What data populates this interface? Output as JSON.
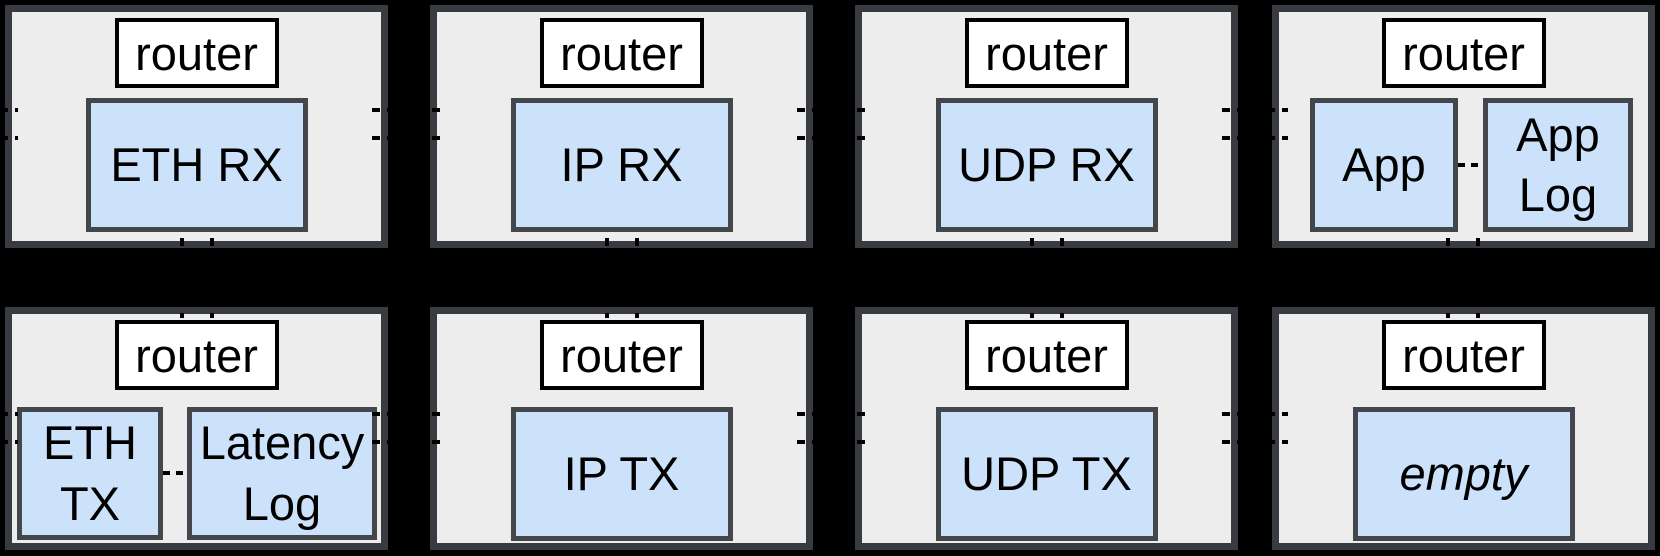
{
  "panels": [
    {
      "title": "router",
      "modules": [
        {
          "label": "ETH RX"
        }
      ]
    },
    {
      "title": "router",
      "modules": [
        {
          "label": "IP RX"
        }
      ]
    },
    {
      "title": "router",
      "modules": [
        {
          "label": "UDP RX"
        }
      ]
    },
    {
      "title": "router",
      "modules": [
        {
          "label": "App"
        },
        {
          "label": "App Log"
        }
      ]
    },
    {
      "title": "router",
      "modules": [
        {
          "label": "ETH TX"
        },
        {
          "label": "Latency Log"
        }
      ]
    },
    {
      "title": "router",
      "modules": [
        {
          "label": "IP TX"
        }
      ]
    },
    {
      "title": "router",
      "modules": [
        {
          "label": "UDP TX"
        }
      ]
    },
    {
      "title": "router",
      "modules": [
        {
          "label": "empty",
          "style": "italic"
        }
      ]
    }
  ],
  "links": [
    {
      "from": "App",
      "to": "App Log",
      "style": "dashed"
    },
    {
      "from": "ETH TX",
      "to": "Latency Log",
      "style": "dashed"
    },
    {
      "between": "adjacent router panels",
      "style": "double dashed lines, horizontal and vertical"
    }
  ],
  "colors": {
    "background": "#000000",
    "panel_fill": "#ededed",
    "panel_border": "#383c40",
    "module_fill": "#cce2fb",
    "module_border": "#43474b",
    "router_fill": "#ffffff",
    "router_border": "#000000",
    "connector": "#000000",
    "text": "#000000"
  }
}
